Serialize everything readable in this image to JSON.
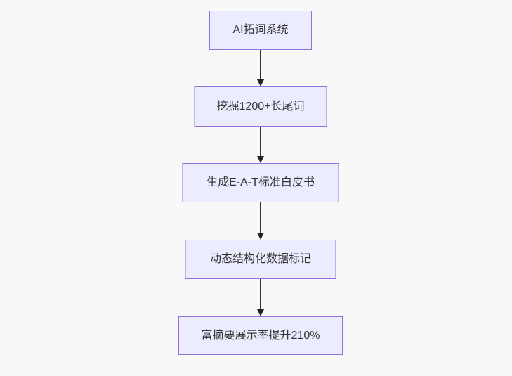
{
  "flowchart": {
    "direction": "top-to-bottom",
    "nodes": [
      {
        "id": "step-1",
        "label": "AI拓词系统"
      },
      {
        "id": "step-2",
        "label": "挖掘1200+长尾词"
      },
      {
        "id": "step-3",
        "label": "生成E-A-T标准白皮书"
      },
      {
        "id": "step-4",
        "label": "动态结构化数据标记"
      },
      {
        "id": "step-5",
        "label": "富摘要展示率提升210%"
      }
    ],
    "edges": [
      {
        "from": "step-1",
        "to": "step-2",
        "style": "arrow"
      },
      {
        "from": "step-2",
        "to": "step-3",
        "style": "arrow"
      },
      {
        "from": "step-3",
        "to": "step-4",
        "style": "arrow"
      },
      {
        "from": "step-4",
        "to": "step-5",
        "style": "arrow"
      }
    ],
    "colors": {
      "node_fill": "#ECECFF",
      "node_border": "#9370DB",
      "node_text": "#333333",
      "arrow": "#333333",
      "background": "#f8f8f8"
    }
  }
}
